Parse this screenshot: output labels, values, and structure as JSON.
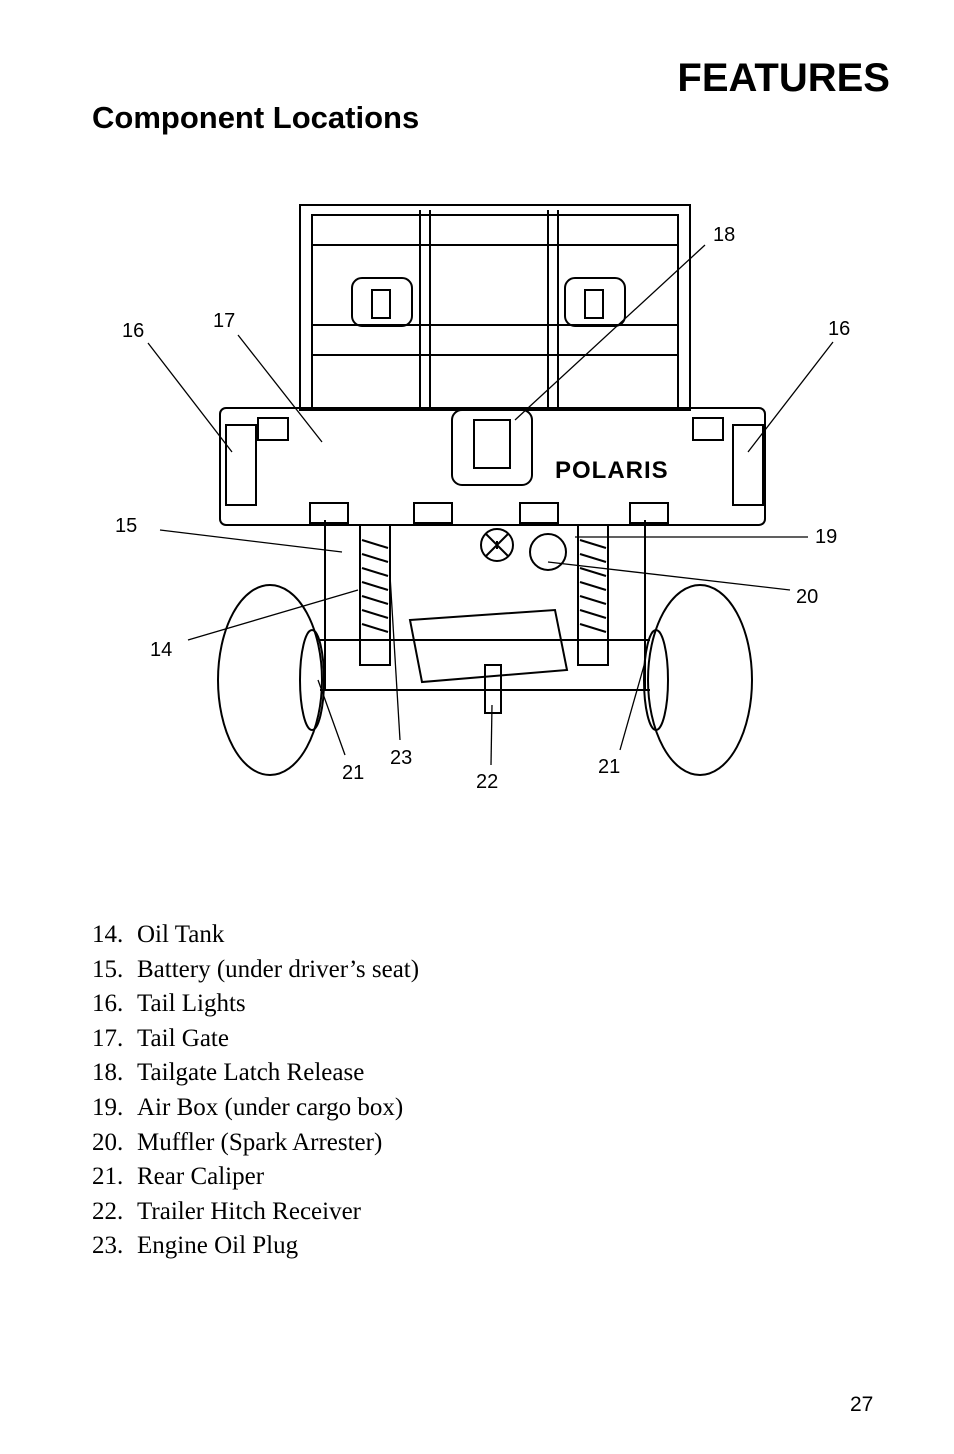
{
  "header": {
    "section": "FEATURES",
    "title": "Component Locations"
  },
  "diagram": {
    "brand": "POLARIS",
    "callouts": [
      {
        "id": "c16l",
        "label": "16"
      },
      {
        "id": "c17",
        "label": "17"
      },
      {
        "id": "c18",
        "label": "18"
      },
      {
        "id": "c16r",
        "label": "16"
      },
      {
        "id": "c15",
        "label": "15"
      },
      {
        "id": "c19",
        "label": "19"
      },
      {
        "id": "c20",
        "label": "20"
      },
      {
        "id": "c14",
        "label": "14"
      },
      {
        "id": "c21l",
        "label": "21"
      },
      {
        "id": "c23",
        "label": "23"
      },
      {
        "id": "c22",
        "label": "22"
      },
      {
        "id": "c21r",
        "label": "21"
      }
    ]
  },
  "legend": [
    {
      "num": "14.",
      "text": "Oil Tank"
    },
    {
      "num": "15.",
      "text": "Battery (under driver’s seat)"
    },
    {
      "num": "16.",
      "text": "Tail Lights"
    },
    {
      "num": "17.",
      "text": "Tail Gate"
    },
    {
      "num": "18.",
      "text": "Tailgate Latch Release"
    },
    {
      "num": "19.",
      "text": "Air Box (under cargo box)"
    },
    {
      "num": "20.",
      "text": "Muffler (Spark Arrester)"
    },
    {
      "num": "21.",
      "text": "Rear Caliper"
    },
    {
      "num": "22.",
      "text": "Trailer Hitch Receiver"
    },
    {
      "num": "23.",
      "text": "Engine Oil Plug"
    }
  ],
  "page_number": "27"
}
